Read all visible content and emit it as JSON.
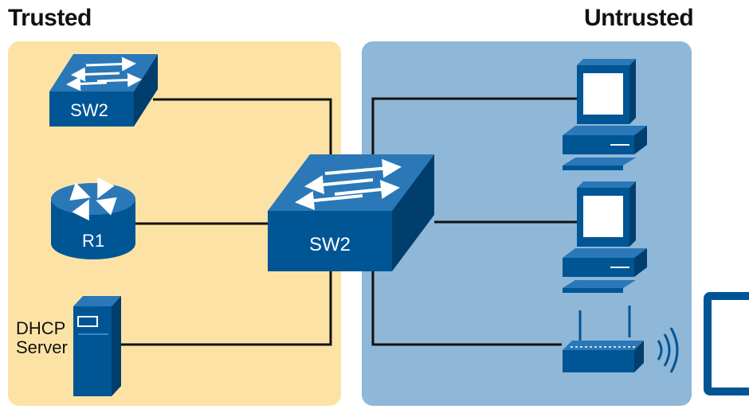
{
  "zones": {
    "trusted": {
      "label": "Trusted",
      "color": "#fce3a5"
    },
    "untrusted": {
      "label": "Untrusted",
      "color": "#8fb7d8"
    }
  },
  "devices": {
    "top_switch": {
      "label": "SW2",
      "icon": "switch-icon"
    },
    "router": {
      "label": "R1",
      "icon": "router-icon"
    },
    "dhcp_server": {
      "label_line1": "DHCP",
      "label_line2": "Server",
      "icon": "server-icon"
    },
    "center_switch": {
      "label": "SW2",
      "icon": "switch-icon"
    },
    "pc_top": {
      "icon": "pc-icon"
    },
    "pc_bottom": {
      "icon": "pc-icon"
    },
    "access_point": {
      "icon": "wireless-ap-icon"
    },
    "tablet": {
      "icon": "tablet-icon"
    }
  },
  "colors": {
    "device_blue": "#005595",
    "device_dark": "#003e6e",
    "line": "#111111"
  }
}
